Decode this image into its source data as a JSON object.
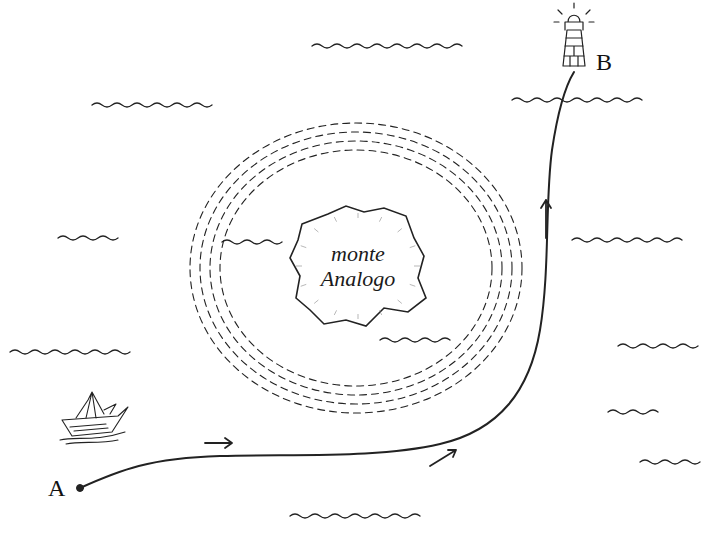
{
  "diagram": {
    "nodes": [
      {
        "text": [
          "monte Analogo"
        ]
      }
    ],
    "labels": [
      "A",
      "B"
    ]
  }
}
